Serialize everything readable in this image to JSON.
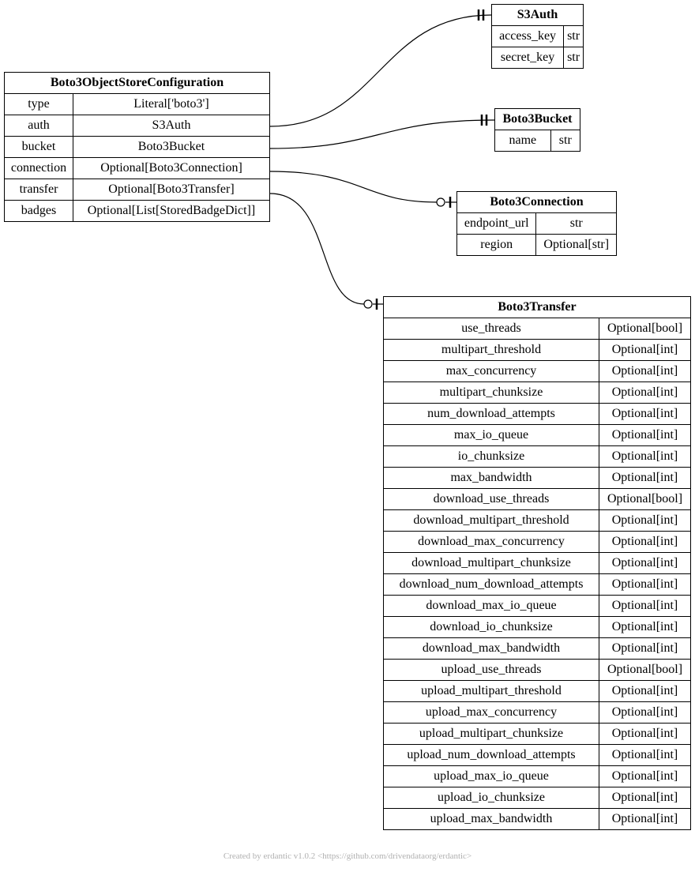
{
  "entities": {
    "config": {
      "name": "Boto3ObjectStoreConfiguration",
      "fields": [
        {
          "name": "type",
          "type": "Literal['boto3']"
        },
        {
          "name": "auth",
          "type": "S3Auth"
        },
        {
          "name": "bucket",
          "type": "Boto3Bucket"
        },
        {
          "name": "connection",
          "type": "Optional[Boto3Connection]"
        },
        {
          "name": "transfer",
          "type": "Optional[Boto3Transfer]"
        },
        {
          "name": "badges",
          "type": "Optional[List[StoredBadgeDict]]"
        }
      ]
    },
    "s3auth": {
      "name": "S3Auth",
      "fields": [
        {
          "name": "access_key",
          "type": "str"
        },
        {
          "name": "secret_key",
          "type": "str"
        }
      ]
    },
    "bucket": {
      "name": "Boto3Bucket",
      "fields": [
        {
          "name": "name",
          "type": "str"
        }
      ]
    },
    "connection": {
      "name": "Boto3Connection",
      "fields": [
        {
          "name": "endpoint_url",
          "type": "str"
        },
        {
          "name": "region",
          "type": "Optional[str]"
        }
      ]
    },
    "transfer": {
      "name": "Boto3Transfer",
      "fields": [
        {
          "name": "use_threads",
          "type": "Optional[bool]"
        },
        {
          "name": "multipart_threshold",
          "type": "Optional[int]"
        },
        {
          "name": "max_concurrency",
          "type": "Optional[int]"
        },
        {
          "name": "multipart_chunksize",
          "type": "Optional[int]"
        },
        {
          "name": "num_download_attempts",
          "type": "Optional[int]"
        },
        {
          "name": "max_io_queue",
          "type": "Optional[int]"
        },
        {
          "name": "io_chunksize",
          "type": "Optional[int]"
        },
        {
          "name": "max_bandwidth",
          "type": "Optional[int]"
        },
        {
          "name": "download_use_threads",
          "type": "Optional[bool]"
        },
        {
          "name": "download_multipart_threshold",
          "type": "Optional[int]"
        },
        {
          "name": "download_max_concurrency",
          "type": "Optional[int]"
        },
        {
          "name": "download_multipart_chunksize",
          "type": "Optional[int]"
        },
        {
          "name": "download_num_download_attempts",
          "type": "Optional[int]"
        },
        {
          "name": "download_max_io_queue",
          "type": "Optional[int]"
        },
        {
          "name": "download_io_chunksize",
          "type": "Optional[int]"
        },
        {
          "name": "download_max_bandwidth",
          "type": "Optional[int]"
        },
        {
          "name": "upload_use_threads",
          "type": "Optional[bool]"
        },
        {
          "name": "upload_multipart_threshold",
          "type": "Optional[int]"
        },
        {
          "name": "upload_max_concurrency",
          "type": "Optional[int]"
        },
        {
          "name": "upload_multipart_chunksize",
          "type": "Optional[int]"
        },
        {
          "name": "upload_num_download_attempts",
          "type": "Optional[int]"
        },
        {
          "name": "upload_max_io_queue",
          "type": "Optional[int]"
        },
        {
          "name": "upload_io_chunksize",
          "type": "Optional[int]"
        },
        {
          "name": "upload_max_bandwidth",
          "type": "Optional[int]"
        }
      ]
    }
  },
  "relations": [
    {
      "from": "config.auth",
      "to": "S3Auth",
      "cardinality": "exactly-one"
    },
    {
      "from": "config.bucket",
      "to": "Boto3Bucket",
      "cardinality": "exactly-one"
    },
    {
      "from": "config.connection",
      "to": "Boto3Connection",
      "cardinality": "zero-or-one"
    },
    {
      "from": "config.transfer",
      "to": "Boto3Transfer",
      "cardinality": "zero-or-one"
    }
  ],
  "footer": "Created by erdantic v1.0.2 <https://github.com/drivendataorg/erdantic>"
}
